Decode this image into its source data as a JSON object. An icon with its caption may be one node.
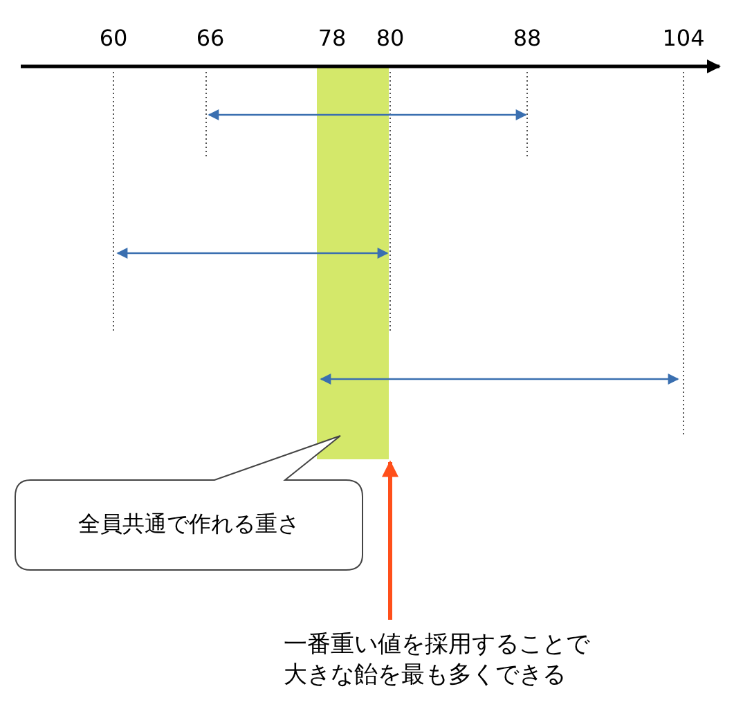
{
  "diagram": {
    "nodes": [
      {
        "text": [],
        "shape": "bar"
      },
      {
        "text": [
          "全員共通で作れる重さ"
        ]
      },
      {
        "text": [
          "一番重い値を採用することで大きな飴を最も多くできる"
        ]
      }
    ],
    "edges": [
      {
        "from": 2,
        "to": 0,
        "arrow": "to",
        "color": "#ff4f1a"
      }
    ],
    "labels": [
      "60",
      "66",
      "78",
      "80",
      "88",
      "104"
    ]
  }
}
